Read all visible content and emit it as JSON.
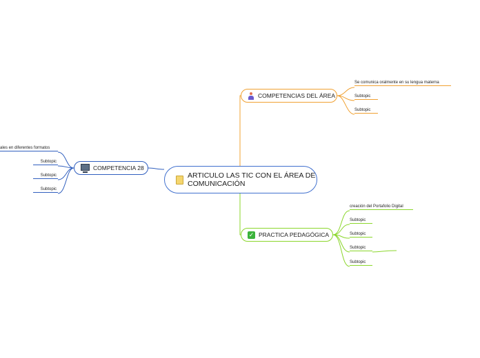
{
  "central": {
    "label": "ARTICULO LAS TIC CON EL ÁREA DE COMUNICACIÓN",
    "icon": "notebook-icon"
  },
  "branches": {
    "competencias": {
      "label": "COMPETENCIAS DEL ÁREA",
      "icon": "person-icon",
      "color": "#f0a030",
      "subtopics": [
        "Se comunica oralmente en su lengua materna",
        "Subtopic",
        "Subtopic"
      ]
    },
    "practica": {
      "label": "PRACTICA PEDAGÓGICA",
      "icon": "checkmark-icon",
      "color": "#8ad62a",
      "subtopics": [
        "creación del Portafolio Digital",
        "Subtopic",
        "Subtopic",
        "Subtopic",
        "Subtopic"
      ]
    },
    "competencia28": {
      "label": "COMPETENCIA 28",
      "icon": "monitor-icon",
      "color": "#2f5ebe",
      "subtopics": [
        "ales en diferentes formatos",
        "Subtopic",
        "Subtopic",
        "Subtopic"
      ]
    }
  },
  "central_color": "#3f6fce"
}
